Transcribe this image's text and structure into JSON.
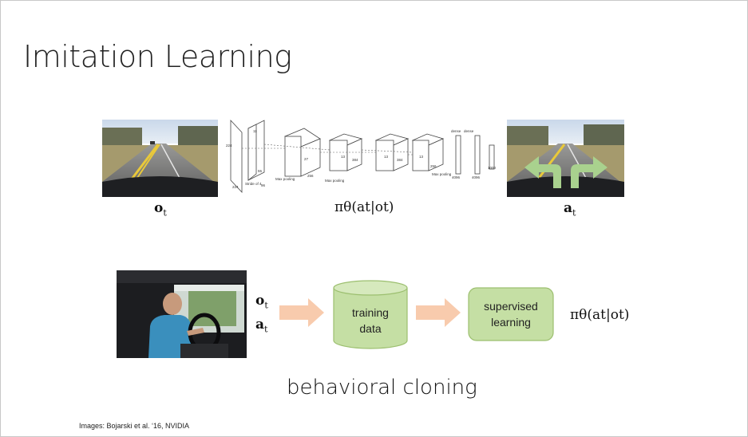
{
  "title": "Imitation Learning",
  "top_row": {
    "obs_label": "o",
    "obs_sub": "t",
    "policy_label": "πθ(at|ot)",
    "act_label": "a",
    "act_sub": "t"
  },
  "network": {
    "labels": [
      "224",
      "224",
      "Stride of 4",
      "11",
      "55",
      "96",
      "Max pooling",
      "27",
      "256",
      "Max pooling",
      "13",
      "384",
      "13",
      "384",
      "13",
      "256",
      "Max pooling",
      "dense",
      "dense",
      "4096",
      "4096",
      "1000"
    ]
  },
  "bottom_row": {
    "obs_label": "o",
    "obs_sub": "t",
    "act_label": "a",
    "act_sub": "t",
    "cylinder_line1": "training",
    "cylinder_line2": "data",
    "box_line1": "supervised",
    "box_line2": "learning",
    "policy_label": "πθ(at|ot)"
  },
  "subtitle": "behavioral cloning",
  "credit": "Images: Bojarski et al. ‘16, NVIDIA",
  "colors": {
    "arrow": "#f8cbad",
    "green_fill": "#c5dfa4",
    "green_stroke": "#9cbf6f",
    "road_arrow": "#a9d18e"
  }
}
